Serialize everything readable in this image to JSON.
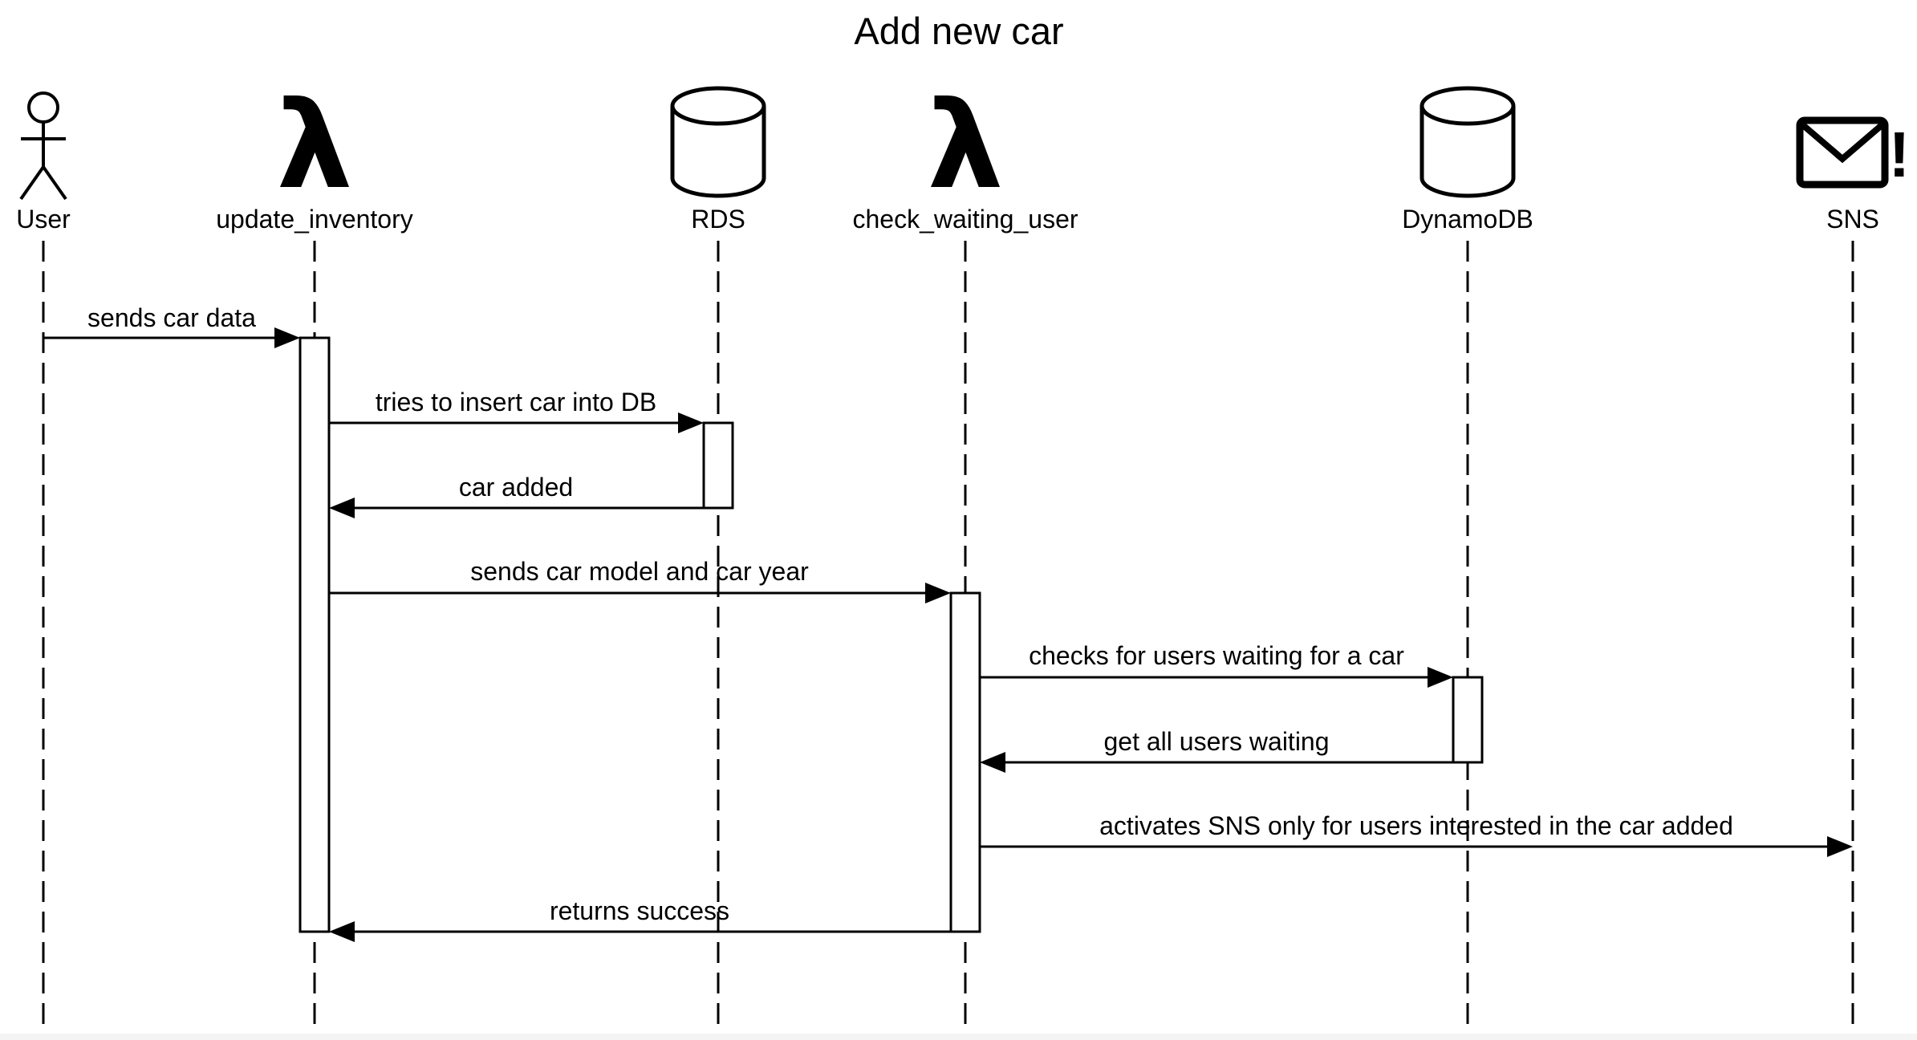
{
  "diagram": {
    "title": "Add new car",
    "participants": [
      {
        "id": "user",
        "label": "User",
        "icon": "actor-icon"
      },
      {
        "id": "update_inventory",
        "label": "update_inventory",
        "icon": "lambda-icon"
      },
      {
        "id": "rds",
        "label": "RDS",
        "icon": "database-icon"
      },
      {
        "id": "check_waiting_user",
        "label": "check_waiting_user",
        "icon": "lambda-icon"
      },
      {
        "id": "dynamodb",
        "label": "DynamoDB",
        "icon": "database-icon"
      },
      {
        "id": "sns",
        "label": "SNS",
        "icon": "mail-alert-icon"
      }
    ],
    "messages": [
      {
        "from": "user",
        "to": "update_inventory",
        "label": "sends car data"
      },
      {
        "from": "update_inventory",
        "to": "rds",
        "label": "tries to insert car into DB"
      },
      {
        "from": "rds",
        "to": "update_inventory",
        "label": "car added"
      },
      {
        "from": "update_inventory",
        "to": "check_waiting_user",
        "label": "sends car model and car year"
      },
      {
        "from": "check_waiting_user",
        "to": "dynamodb",
        "label": "checks for users waiting for a car"
      },
      {
        "from": "dynamodb",
        "to": "check_waiting_user",
        "label": "get all users waiting"
      },
      {
        "from": "check_waiting_user",
        "to": "sns",
        "label": "activates SNS only for users interested in the car added"
      },
      {
        "from": "check_waiting_user",
        "to": "update_inventory",
        "label": "returns success"
      }
    ],
    "lambda_glyph": "λ",
    "alert_glyph": "!"
  }
}
